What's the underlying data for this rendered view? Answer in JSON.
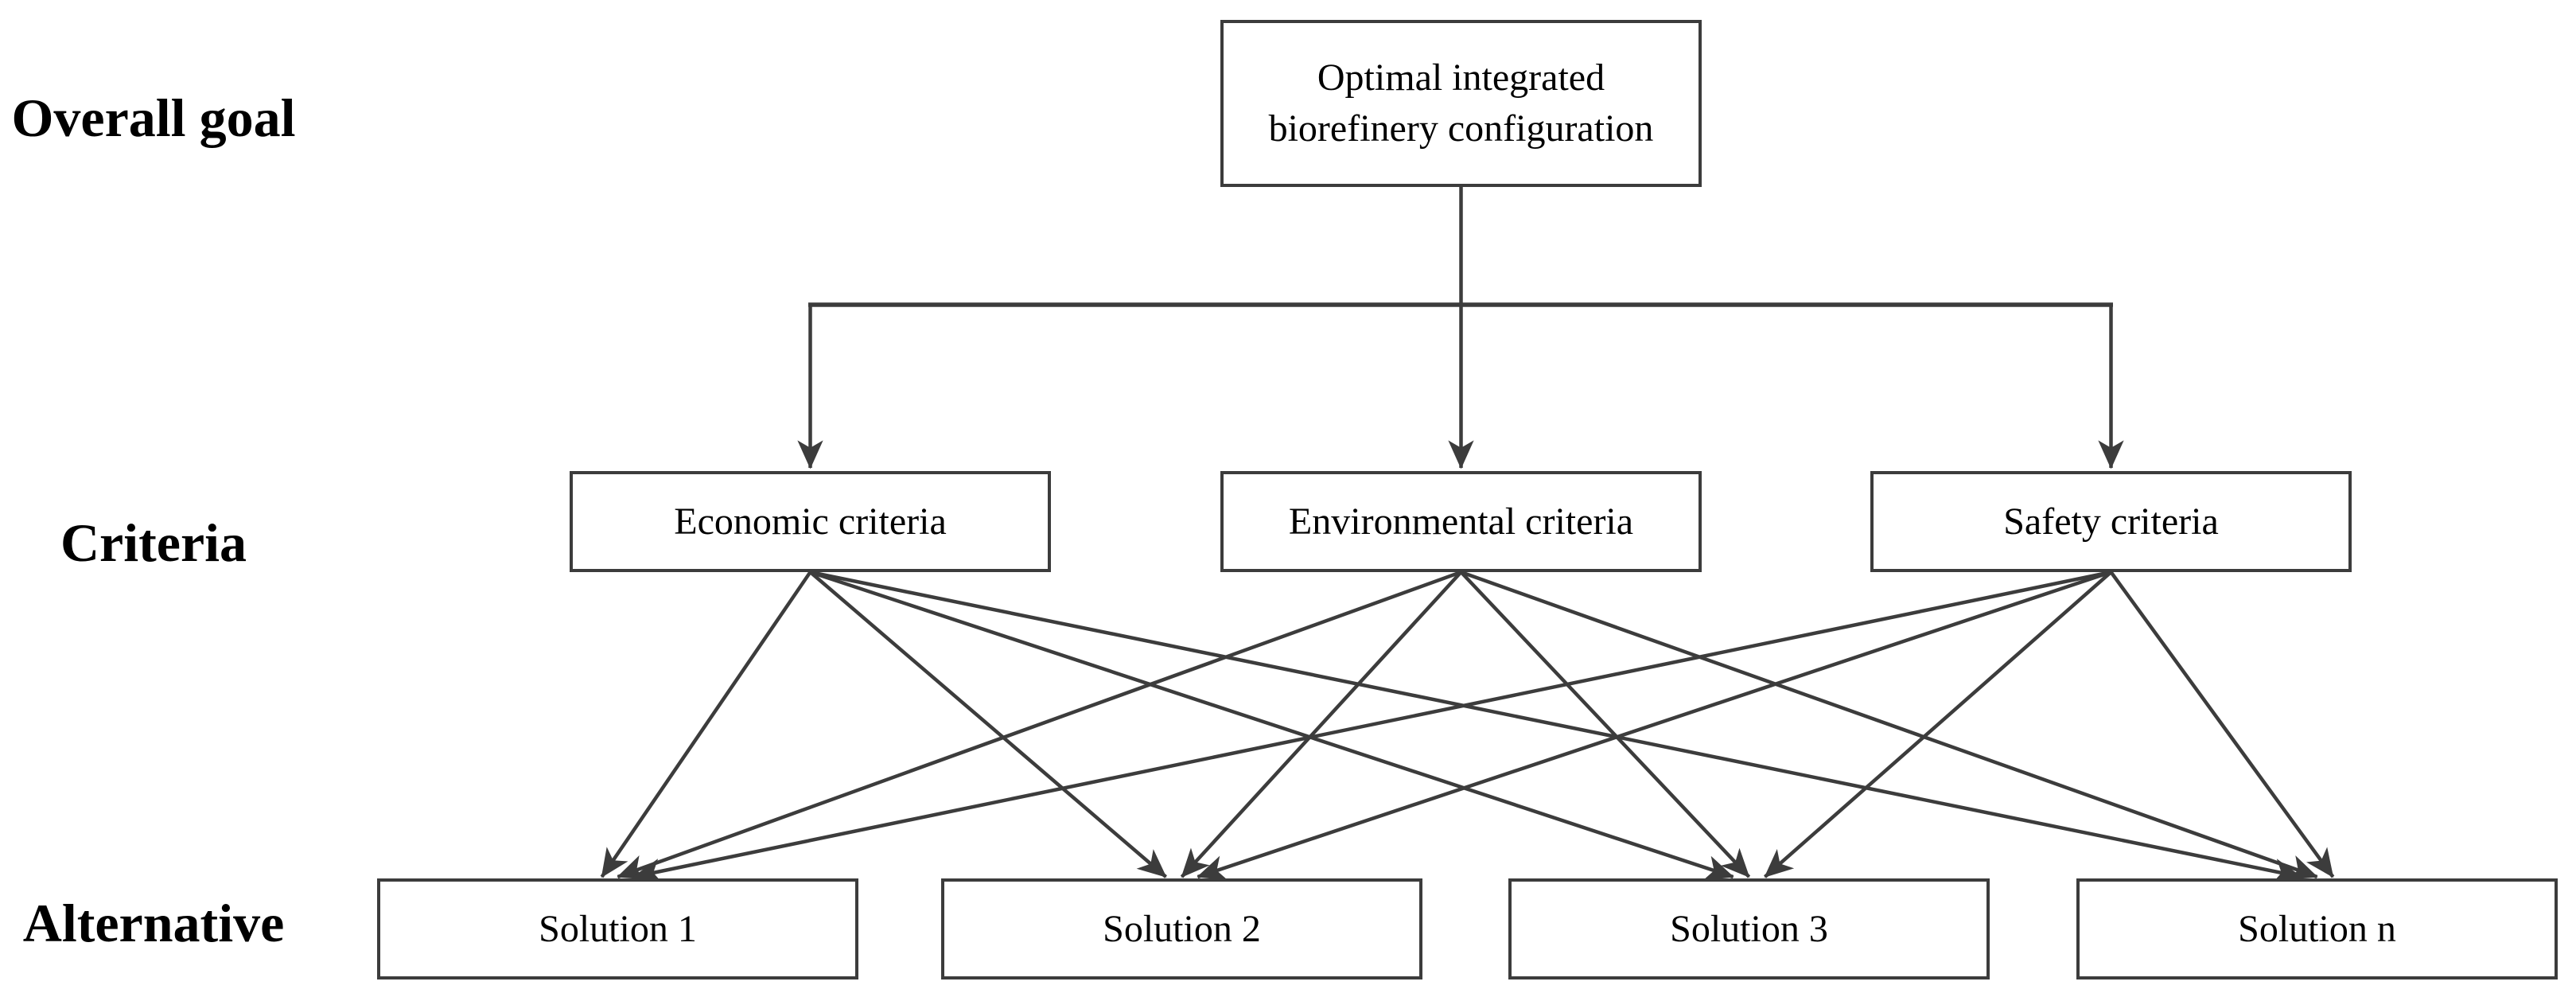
{
  "figure": {
    "background": "#ffffff",
    "row_labels": {
      "goal": "Overall goal",
      "criteria": "Criteria",
      "alternative": "Alternative"
    },
    "nodes": {
      "goal": "Optimal integrated biorefinery configuration",
      "criteria": [
        "Economic criteria",
        "Environmental criteria",
        "Safety criteria"
      ],
      "alternatives": [
        "Solution 1",
        "Solution 2",
        "Solution 3",
        "Solution n"
      ]
    },
    "colors": {
      "line": "#3c3c3c",
      "box_border": "#3c3c3c",
      "text": "#000000",
      "background": "#ffffff"
    }
  }
}
